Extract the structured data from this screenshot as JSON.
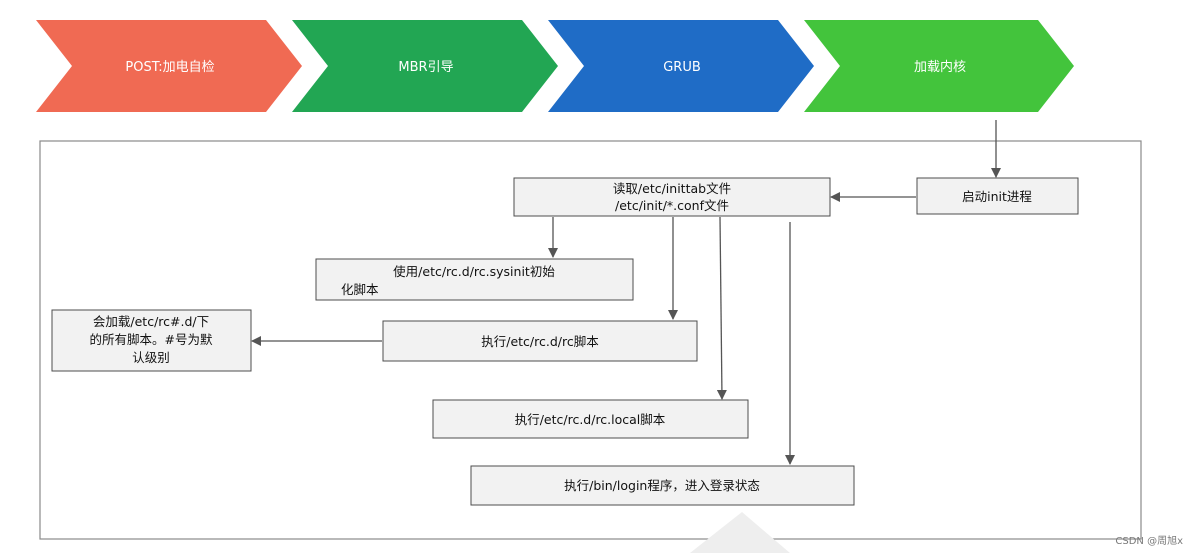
{
  "stages": [
    {
      "label": "POST:加电自检",
      "color": "#f06a53"
    },
    {
      "label": "MBR引导",
      "color": "#22a653"
    },
    {
      "label": "GRUB",
      "color": "#1f6cc6"
    },
    {
      "label": "加载内核",
      "color": "#43c43c"
    }
  ],
  "boxes": {
    "start_init": "启动init进程",
    "read_conf": [
      "读取/etc/inittab文件",
      "/etc/init/*.conf文件"
    ],
    "sysinit": [
      "使用/etc/rc.d/rc.sysinit初始",
      "化脚本"
    ],
    "rc_script": "执行/etc/rc.d/rc脚本",
    "rc_dir_note": [
      "会加载/etc/rc#.d/下",
      "的所有脚本。#号为默",
      "认级别"
    ],
    "rc_local": "执行/etc/rc.d/rc.local脚本",
    "login": "执行/bin/login程序，进入登录状态"
  },
  "watermark": "CSDN @周旭x"
}
